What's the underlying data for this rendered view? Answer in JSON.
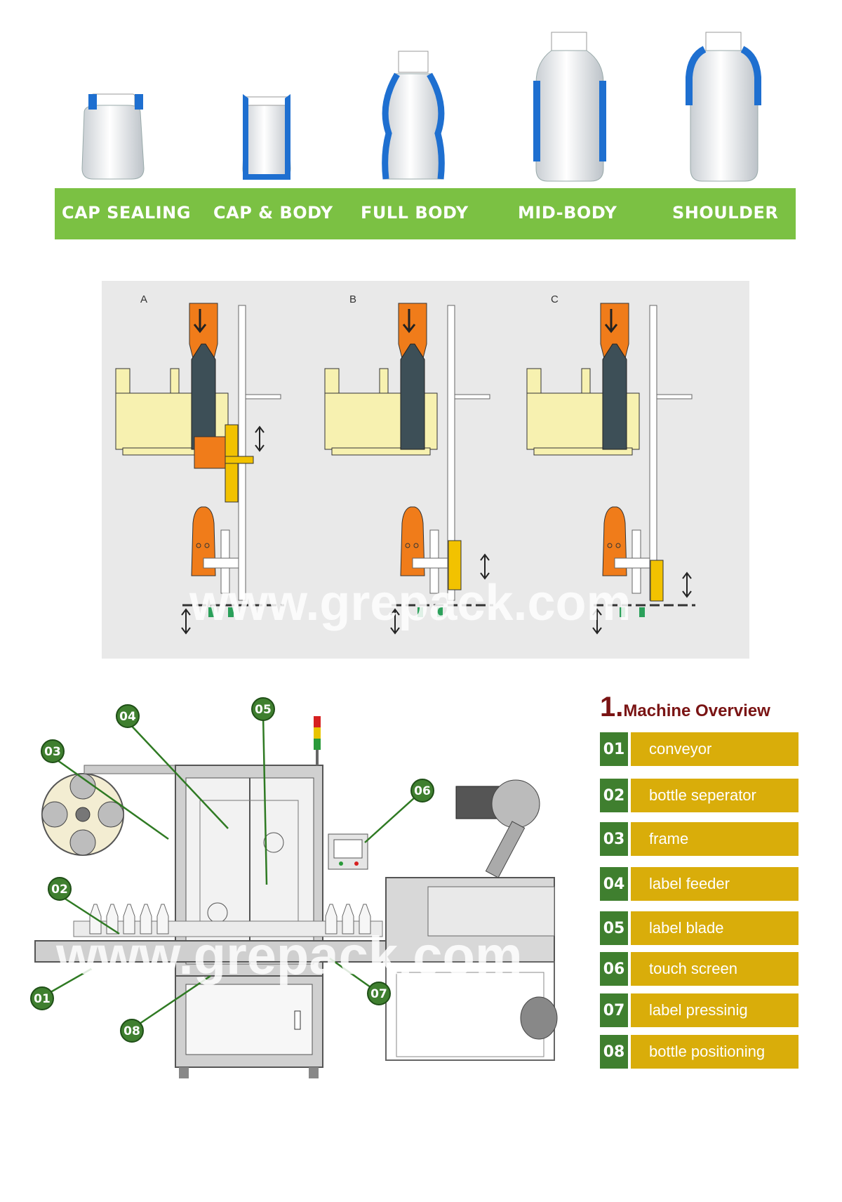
{
  "sleeve_types": [
    {
      "label": "CAP SEALING"
    },
    {
      "label": "CAP & BODY"
    },
    {
      "label": "FULL BODY"
    },
    {
      "label": "MID-BODY"
    },
    {
      "label": "SHOULDER"
    }
  ],
  "process": {
    "steps": [
      {
        "letter": "A"
      },
      {
        "letter": "B"
      },
      {
        "letter": "C"
      }
    ],
    "watermark": "www.grepack.com"
  },
  "machine": {
    "callouts": [
      "01",
      "02",
      "03",
      "04",
      "05",
      "06",
      "07",
      "08"
    ],
    "watermark": "www.grepack.com"
  },
  "overview": {
    "title_num": "1.",
    "title_text": "Machine Overview",
    "items": [
      {
        "num": "01",
        "label": "conveyor"
      },
      {
        "num": "02",
        "label": "bottle seperator"
      },
      {
        "num": "03",
        "label": "frame"
      },
      {
        "num": "04",
        "label": "label feeder"
      },
      {
        "num": "05",
        "label": "label blade"
      },
      {
        "num": "06",
        "label": "touch screen"
      },
      {
        "num": "07",
        "label": "label pressinig"
      },
      {
        "num": "08",
        "label": "bottle positioning"
      }
    ]
  },
  "colors": {
    "band_green": "#7bc143",
    "sleeve_blue": "#1e6fd0",
    "tube_orange": "#f07c1a",
    "feeder_yellow": "#f7f1b0",
    "callout_green": "#3f7f2f",
    "label_gold": "#d9ad0a",
    "title_maroon": "#7a1414"
  }
}
